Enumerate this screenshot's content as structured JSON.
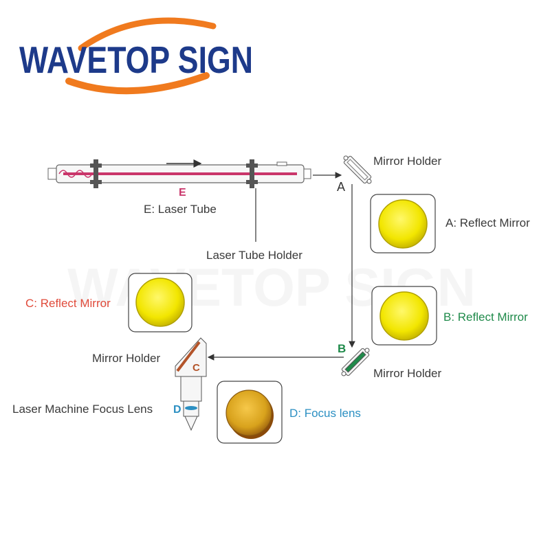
{
  "brand": {
    "name": "WAVETOP SIGN",
    "color": "#1d3a8a",
    "swoosh_color": "#f07a1e",
    "watermark": "WAVETOP SIGN"
  },
  "labels": {
    "mirror_holder_a": "Mirror Holder",
    "mirror_holder_b": "Mirror Holder",
    "mirror_holder_c": "Mirror Holder",
    "laser_tube": "E: Laser Tube",
    "laser_tube_holder": "Laser Tube Holder",
    "reflect_a": "A: Reflect Mirror",
    "reflect_b": "B: Reflect Mirror",
    "reflect_c": "C: Reflect Mirror",
    "focus_lens": "D: Focus lens",
    "laser_machine_focus_lens": "Laser Machine Focus Lens"
  },
  "letters": {
    "a": "A",
    "b": "B",
    "c": "C",
    "d": "D",
    "e": "E"
  },
  "colors": {
    "red_label": "#e04a3a",
    "green_label": "#1f8a4a",
    "blue_label": "#2b8fc2",
    "beam": "#c9356a",
    "mirror_yellow": "#f2e600",
    "lens_gold": "#d8a21c"
  }
}
